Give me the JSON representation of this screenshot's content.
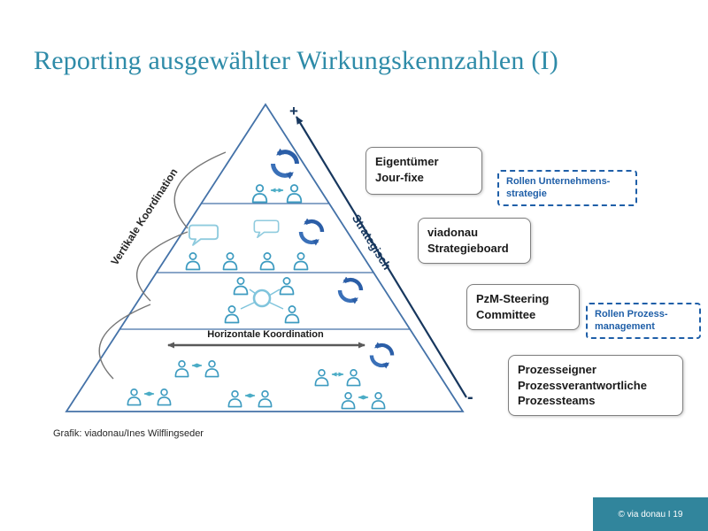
{
  "slide": {
    "title": "Reporting ausgewählter Wirkungskennzahlen (I)",
    "credit": "Grafik: viadonau/Ines Wilflingseder",
    "footer": "© via donau I 19"
  },
  "pyramid": {
    "plus": "+",
    "minus": "-",
    "strategic_axis": "Strategisch",
    "vertical_axis": "Vertikale Koordination",
    "horizontal_axis": "Horizontale Koordination"
  },
  "governance_boxes": [
    {
      "label": "Eigentümer\nJour-fixe"
    },
    {
      "label": "viadonau\nStrategieboard"
    },
    {
      "label": "PzM-Steering\nCommittee"
    },
    {
      "label": "Prozesseigner\nProzessverantwortliche\nProzessteams"
    }
  ],
  "role_notes": [
    {
      "label": "Rollen Unternehmens-\nstrategie"
    },
    {
      "label": "Rollen Prozess-\nmanagement"
    }
  ],
  "icons": {
    "cycle": "circular-arrows",
    "person": "person-outline",
    "speech_bubble": "speech-bubble",
    "exchange_arrow": "double-headed-arrow"
  },
  "colors": {
    "title": "#2E8BA8",
    "pyramid_line": "#4472A8",
    "icon_blue": "#3D9BC0",
    "cycle_blue": "#2B5EA7",
    "note_blue": "#1F5FA8",
    "box_border": "#7F7F7F",
    "footer_bg": "#31859C"
  }
}
